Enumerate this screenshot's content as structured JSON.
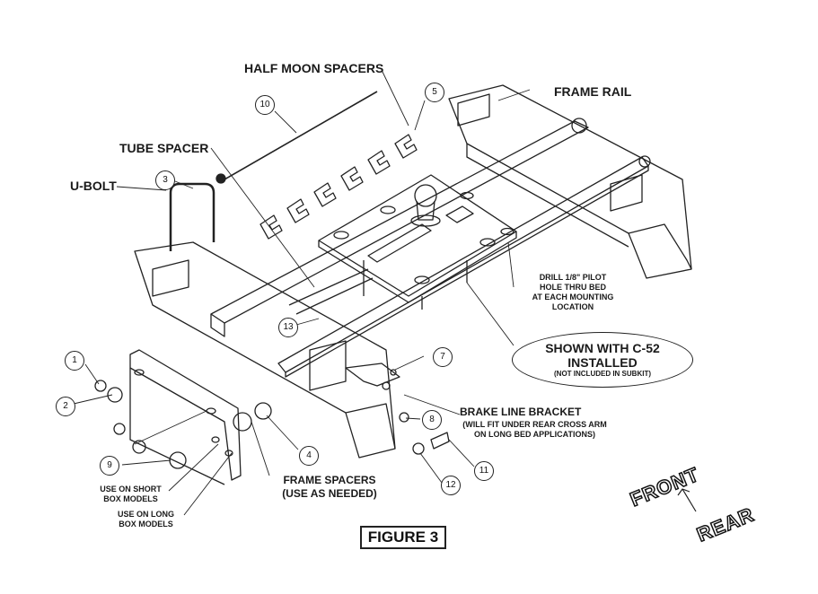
{
  "labels": {
    "half_moon_spacers": "HALF MOON SPACERS",
    "frame_rail": "FRAME RAIL",
    "tube_spacer": "TUBE SPACER",
    "u_bolt": "U-BOLT",
    "drill_note": [
      "DRILL 1/8\" PILOT",
      "HOLE THRU BED",
      "AT EACH MOUNTING",
      "LOCATION"
    ],
    "shown_with": [
      "SHOWN WITH C-52",
      "INSTALLED"
    ],
    "shown_with_note": "(NOT INCLUDED IN SUBKIT)",
    "brake_line_bracket": "BRAKE LINE BRACKET",
    "brake_line_note": [
      "(WILL FIT UNDER REAR CROSS ARM",
      "ON LONG BED APPLICATIONS)"
    ],
    "frame_spacers": [
      "FRAME SPACERS",
      "(USE AS NEEDED)"
    ],
    "short_box": [
      "USE ON SHORT",
      "BOX MODELS"
    ],
    "long_box": [
      "USE ON LONG",
      "BOX MODELS"
    ],
    "figure": "FIGURE 3",
    "front": "FRONT",
    "rear": "REAR"
  },
  "callouts": [
    "1",
    "2",
    "3",
    "4",
    "5",
    "7",
    "8",
    "9",
    "10",
    "11",
    "12",
    "13"
  ]
}
